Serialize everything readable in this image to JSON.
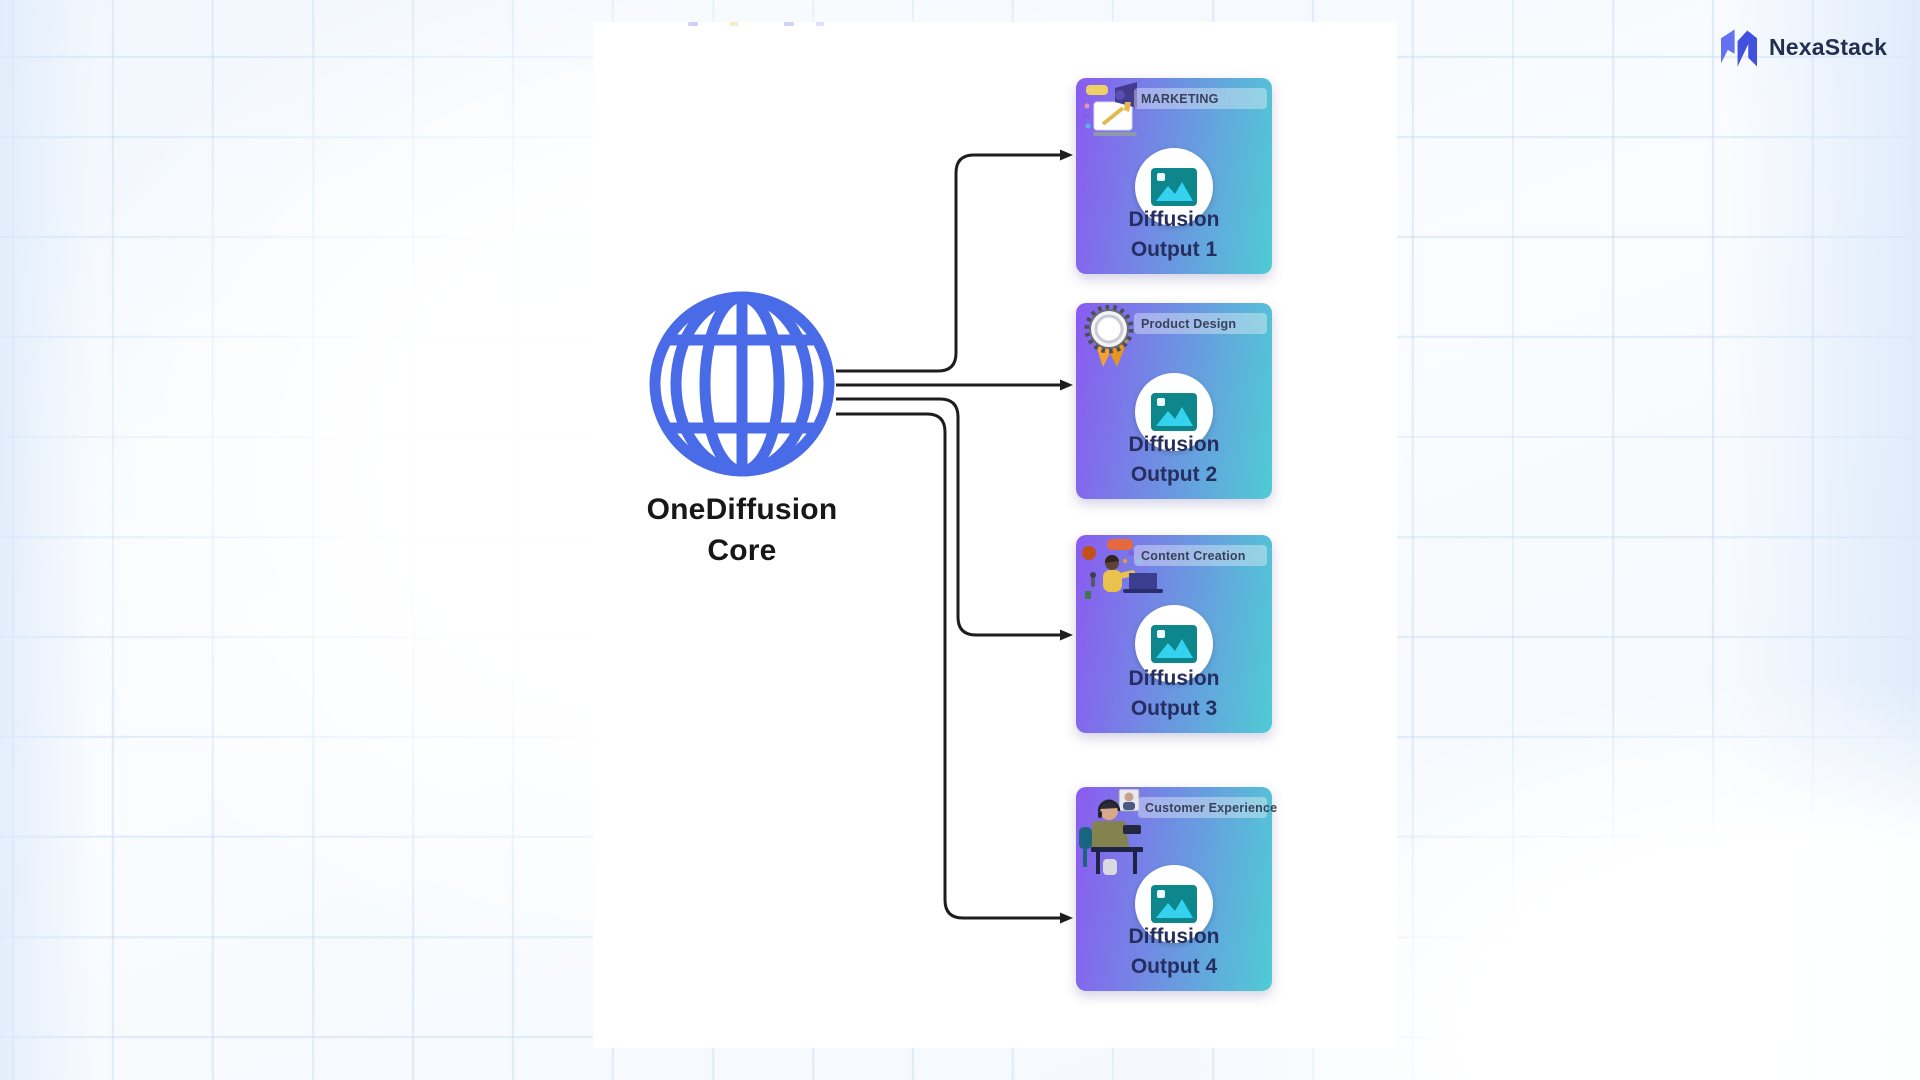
{
  "brand": {
    "name": "NexaStack",
    "logo_icon": "nexastack-logo-mark"
  },
  "colors": {
    "brand-text": "#213050",
    "logo-blue-light": "#6471f3",
    "logo-blue-dark": "#4150dd",
    "globe-blue": "#4a6be8",
    "card-grad-from": "#8a5bf0",
    "card-grad-to": "#4fccd4",
    "card-title": "#262e60",
    "connector": "#1d1d1d",
    "icon-teal": "#0d868c",
    "icon-cyan": "#35d2ef"
  },
  "core": {
    "label": "OneDiffusion Core",
    "icon": "globe-icon"
  },
  "outputs": [
    {
      "category": "MARKETING",
      "title": "Diffusion Output 1",
      "illustration": "megaphone-marketing-illustration",
      "center_icon": "image-icon"
    },
    {
      "category": "Product Design",
      "title": "Diffusion Output 2",
      "illustration": "award-badge-illustration",
      "center_icon": "image-icon"
    },
    {
      "category": "Content Creation",
      "title": "Diffusion Output 3",
      "illustration": "content-creator-illustration",
      "center_icon": "image-icon"
    },
    {
      "category": "Customer Experience",
      "title": "Diffusion Output 4",
      "illustration": "support-agent-illustration",
      "center_icon": "image-icon"
    }
  ]
}
